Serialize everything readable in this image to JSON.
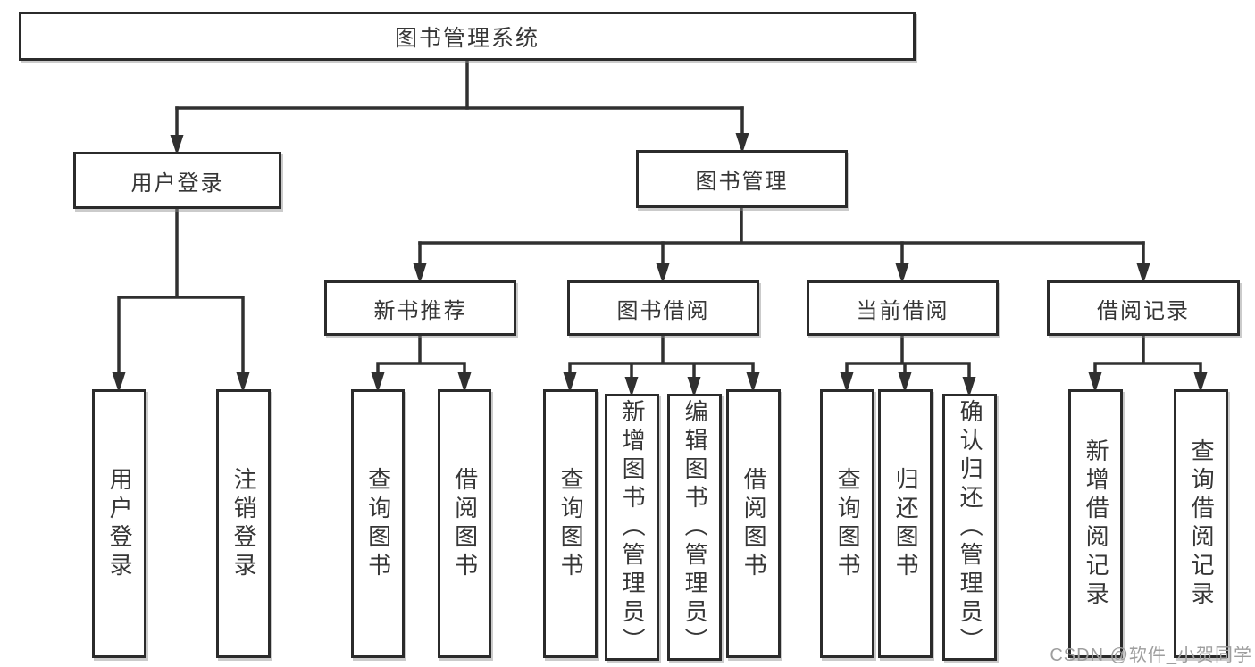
{
  "tree": {
    "label": "图书管理系统",
    "children": [
      {
        "label": "用户登录",
        "children": [
          {
            "label": "用户登录"
          },
          {
            "label": "注销登录"
          }
        ]
      },
      {
        "label": "图书管理",
        "children": [
          {
            "label": "新书推荐",
            "children": [
              {
                "label": "查询图书"
              },
              {
                "label": "借阅图书"
              }
            ]
          },
          {
            "label": "图书借阅",
            "children": [
              {
                "label": "查询图书"
              },
              {
                "label": "新增图书（管理员）"
              },
              {
                "label": "编辑图书（管理员）"
              },
              {
                "label": "借阅图书"
              }
            ]
          },
          {
            "label": "当前借阅",
            "children": [
              {
                "label": "查询图书"
              },
              {
                "label": "归还图书"
              },
              {
                "label": "确认归还（管理员）"
              }
            ]
          },
          {
            "label": "借阅记录",
            "children": [
              {
                "label": "新增借阅记录"
              },
              {
                "label": "查询借阅记录"
              }
            ]
          }
        ]
      }
    ]
  },
  "watermark": {
    "text": "CSDN @软件_小贺同学"
  },
  "colors": {
    "line": "#303030",
    "node_border": "#2b2b2b",
    "text": "#363636",
    "watermark_text": "#9e9e9e",
    "background": "#ffffff"
  }
}
